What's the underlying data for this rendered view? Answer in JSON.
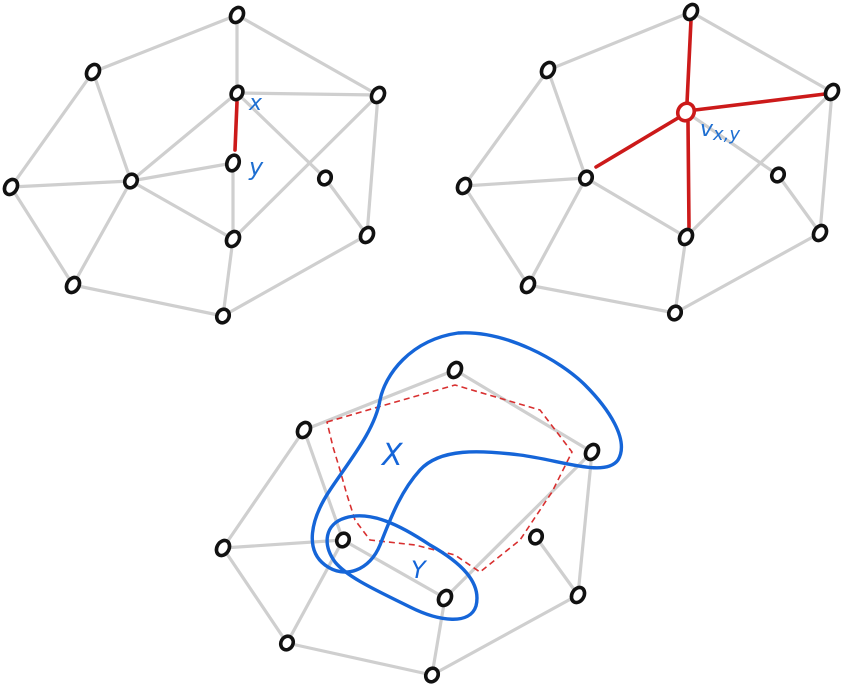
{
  "colors": {
    "edge": "#cfcfcf",
    "node": "#111111",
    "contracted_edge": "#cc1a1a",
    "label": "#1f6fd1",
    "region": "#1565d8",
    "dashed_boundary": "#d83030"
  },
  "graph_left": {
    "label_x": "x",
    "label_y": "y"
  },
  "graph_right": {
    "label_merged": "vxy",
    "label_merged_main": "v",
    "label_merged_sub": "x,y"
  },
  "graph_bottom": {
    "label_set_x": "X",
    "label_set_y": "Y"
  }
}
